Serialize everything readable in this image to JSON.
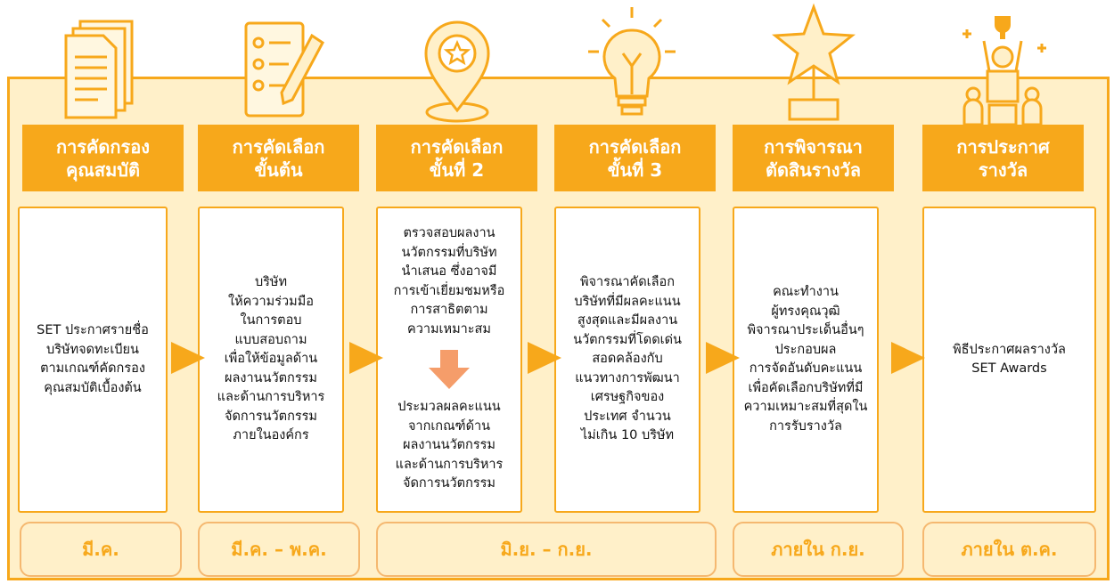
{
  "colors": {
    "accent": "#f7a81b",
    "panel_bg": "#fff0c9",
    "down_arrow": "#f59d6a"
  },
  "steps": [
    {
      "icon": "documents-icon",
      "title": "การคัดกรอง\nคุณสมบัติ",
      "desc": "SET ประกาศรายชื่อ\nบริษัทจดทะเบียน\nตามเกณฑ์คัดกรอง\nคุณสมบัติเบื้องต้น"
    },
    {
      "icon": "checklist-pencil-icon",
      "title": "การคัดเลือก\nขั้นต้น",
      "desc": "บริษัท\nให้ความร่วมมือ\nในการตอบ\nแบบสอบถาม\nเพื่อให้ข้อมูลด้าน\nผลงานนวัตกรรม\nและด้านการบริหาร\nจัดการนวัตกรรม\nภายในองค์กร"
    },
    {
      "icon": "location-star-icon",
      "title": "การคัดเลือก\nขั้นที่ 2",
      "desc_top": "ตรวจสอบผลงาน\nนวัตกรรมที่บริษัท\nนำเสนอ ซึ่งอาจมี\nการเข้าเยี่ยมชมหรือ\nการสาธิตตาม\nความเหมาะสม",
      "desc_bottom": "ประมวลผลคะแนน\nจากเกณฑ์ด้าน\nผลงานนวัตกรรม\nและด้านการบริหาร\nจัดการนวัตกรรม"
    },
    {
      "icon": "lightbulb-icon",
      "title": "การคัดเลือก\nขั้นที่ 3",
      "desc": "พิจารณาคัดเลือก\nบริษัทที่มีผลคะแนน\nสูงสุดและมีผลงาน\nนวัตกรรมที่โดดเด่น\nสอดคล้องกับ\nแนวทางการพัฒนา\nเศรษฐกิจของ\nประเทศ จำนวน\nไม่เกิน 10 บริษัท"
    },
    {
      "icon": "star-trophy-icon",
      "title": "การพิจารณา\nตัดสินรางวัล",
      "desc": "คณะทำงาน\nผู้ทรงคุณวุฒิ\nพิจารณาประเด็นอื่นๆ\nประกอบผล\nการจัดอันดับคะแนน\nเพื่อคัดเลือกบริษัทที่มี\nความเหมาะสมที่สุดใน\nการรับรางวัล"
    },
    {
      "icon": "award-ceremony-icon",
      "title": "การประกาศ\nรางวัล",
      "desc": "พิธีประกาศผลรางวัล\nSET Awards"
    }
  ],
  "periods": [
    "มี.ค.",
    "มี.ค. – พ.ค.",
    "มิ.ย. – ก.ย.",
    "ภายใน ก.ย.",
    "ภายใน ต.ค."
  ]
}
